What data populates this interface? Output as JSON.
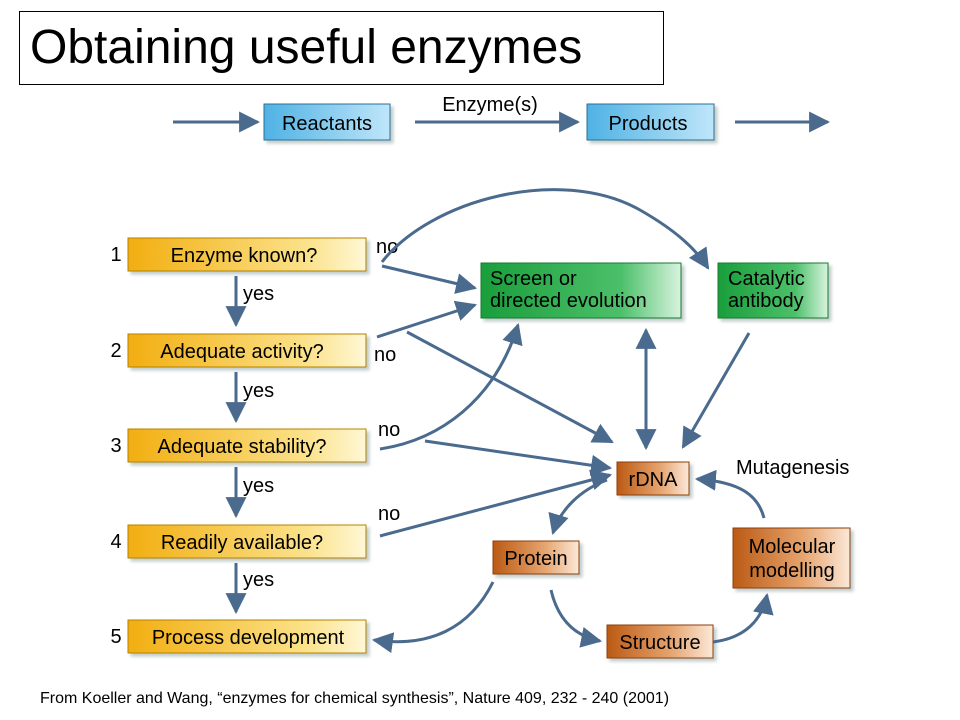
{
  "title": "Obtaining useful enzymes",
  "top_flow": {
    "reactants": "Reactants",
    "enzyme_label": "Enzyme(s)",
    "products": "Products"
  },
  "steps": [
    {
      "number": "1",
      "label": "Enzyme known?"
    },
    {
      "number": "2",
      "label": "Adequate activity?"
    },
    {
      "number": "3",
      "label": "Adequate stability?"
    },
    {
      "number": "4",
      "label": "Readily available?"
    },
    {
      "number": "5",
      "label": "Process development"
    }
  ],
  "edge_labels": {
    "no": "no",
    "yes": "yes",
    "mutagenesis": "Mutagenesis"
  },
  "green_boxes": {
    "screen_line1": "Screen or",
    "screen_line2": "directed evolution",
    "catalytic_line1": "Catalytic",
    "catalytic_line2": "antibody"
  },
  "orange_boxes": {
    "rdna": "rDNA",
    "protein": "Protein",
    "structure": "Structure",
    "molecular_line1": "Molecular",
    "molecular_line2": "modelling"
  },
  "citation": "From Koeller and Wang, “enzymes for chemical synthesis”, Nature 409, 232 - 240 (2001)",
  "colors": {
    "arrow": "#4a6a8e",
    "blue_box": "#55b8e8",
    "yellow_box": "#f5b818",
    "green_box": "#22a845",
    "orange_box": "#c8651e"
  }
}
